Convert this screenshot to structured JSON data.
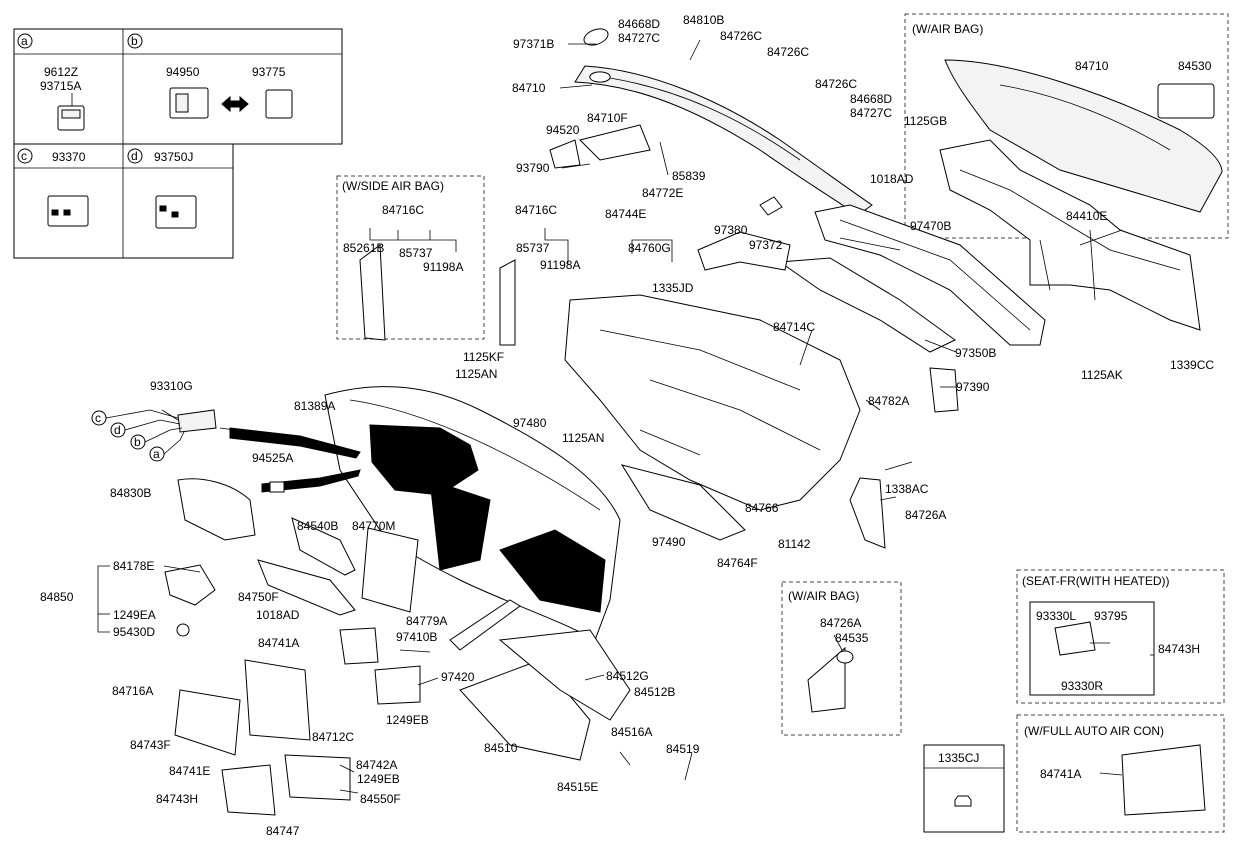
{
  "diagram": {
    "legend": {
      "a": {
        "letter": "a",
        "parts": [
          "9612Z",
          "93715A"
        ]
      },
      "b": {
        "letter": "b",
        "parts": [
          "94950",
          "93775"
        ]
      },
      "c": {
        "letter": "c",
        "parts": [
          "93370"
        ]
      },
      "d": {
        "letter": "d",
        "parts": [
          "93750J"
        ]
      }
    },
    "groups": {
      "air_bag_top": "(W/AIR BAG)",
      "side_air_bag": "(W/SIDE AIR BAG)",
      "air_bag_bottom": "(W/AIR BAG)",
      "seat_heated": "(SEAT-FR(WITH HEATED))",
      "full_auto": "(W/FULL AUTO AIR CON)",
      "box_1335cj": "1335CJ"
    },
    "callout_letters": [
      "c",
      "d",
      "b",
      "a"
    ],
    "labels": {
      "l97371B": "97371B",
      "l84668D_t": "84668D",
      "l84727C_t": "84727C",
      "l84810B": "84810B",
      "l84726C_1": "84726C",
      "l84726C_2": "84726C",
      "l84726C_3": "84726C",
      "l84668D_2": "84668D",
      "l84727C_2": "84727C",
      "l1125GB": "1125GB",
      "l1018AD_t": "1018AD",
      "l84710_main": "84710",
      "l84710_ab": "84710",
      "l84530": "84530",
      "l94520": "94520",
      "l84710F": "84710F",
      "l85839": "85839",
      "l93790": "93790",
      "l84772E": "84772E",
      "l84744E": "84744E",
      "l84716C_sa": "84716C",
      "l85261B": "85261B",
      "l85737_sa": "85737",
      "l91198A_sa": "91198A",
      "l84716C_2": "84716C",
      "l85737_2": "85737",
      "l91198A_2": "91198A",
      "l84760G": "84760G",
      "l1335JD": "1335JD",
      "l97380": "97380",
      "l97372": "97372",
      "l97470B": "97470B",
      "l84410E": "84410E",
      "l1125KF": "1125KF",
      "l1125AN_1": "1125AN",
      "l1125AN_2": "1125AN",
      "l97480": "97480",
      "l84714C": "84714C",
      "l97350B": "97350B",
      "l1125AK": "1125AK",
      "l1339CC": "1339CC",
      "l97390": "97390",
      "l84782A": "84782A",
      "l93310G": "93310G",
      "l81389A": "81389A",
      "l94525A": "94525A",
      "l84830B": "84830B",
      "l84540B": "84540B",
      "l84770M": "84770M",
      "l84178E": "84178E",
      "l84850": "84850",
      "l1249EA": "1249EA",
      "l95430D": "95430D",
      "l84750F": "84750F",
      "l1018AD_b": "1018AD",
      "l84779A": "84779A",
      "l97410B": "97410B",
      "l84741A": "84741A",
      "l97420": "97420",
      "l1249EB_1": "1249EB",
      "l84716A": "84716A",
      "l84712C": "84712C",
      "l84743F": "84743F",
      "l84742A": "84742A",
      "l1249EB_2": "1249EB",
      "l84741E": "84741E",
      "l84550F": "84550F",
      "l84743H_b": "84743H",
      "l84747": "84747",
      "l84512G": "84512G",
      "l84512B": "84512B",
      "l84510": "84510",
      "l84516A": "84516A",
      "l84519": "84519",
      "l84515E": "84515E",
      "l97490": "97490",
      "l84766": "84766",
      "l81142": "81142",
      "l84764F": "84764F",
      "l1338AC": "1338AC",
      "l84726A": "84726A",
      "l84726A_ab": "84726A",
      "l84535": "84535",
      "l93330L": "93330L",
      "l93795": "93795",
      "l93330R": "93330R",
      "l84743H_s": "84743H",
      "l84741A_fa": "84741A"
    }
  }
}
